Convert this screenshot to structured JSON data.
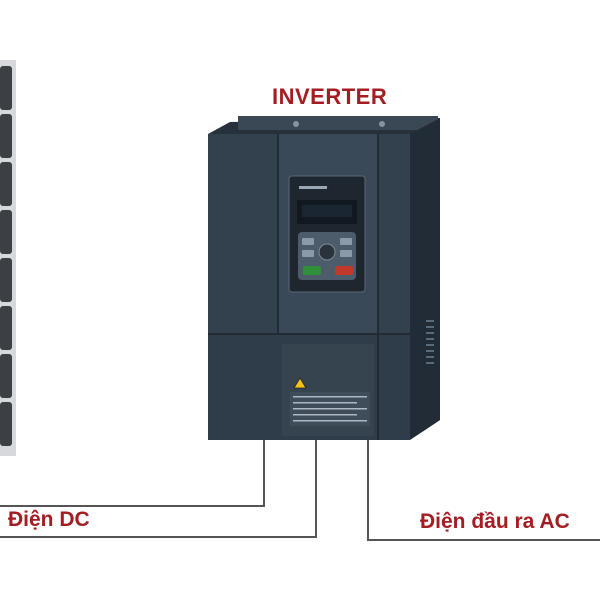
{
  "diagram": {
    "title": "INVERTER",
    "labels": {
      "dc": "Điện DC",
      "ac_out": "Điện đầu ra AC"
    },
    "colors": {
      "title": "#a31d22",
      "label": "#a31d22",
      "inverter_body": "#2f3c4a",
      "panel_cell": "#3c3f44",
      "wire": "#555555",
      "run_key": "#2f8f3a",
      "stop_key": "#c0392b"
    },
    "icons": [
      "solar-panel-icon",
      "inverter-device-icon",
      "warning-icon"
    ]
  }
}
